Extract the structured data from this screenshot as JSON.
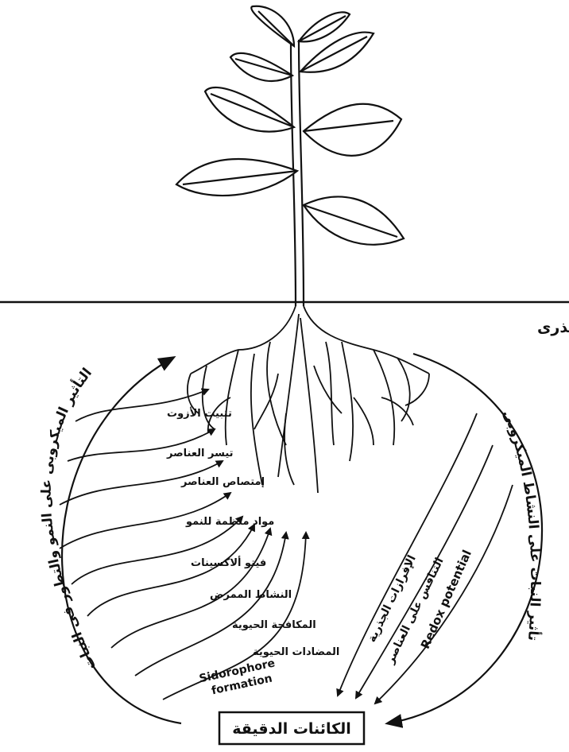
{
  "diagram": {
    "rhizosphere_label": "المحيط الجذرى",
    "microbes_box_label": "الكائنات الدقيقة",
    "left_arc_label": "التأثير الميكروبى على النمو والتطور فى النبات",
    "right_arc_label": "تأثير النبات على النشاط الميكروبى",
    "left_effects": [
      "تثبيت الأزوت",
      "تيسر العناصر",
      "إمتصاص العناصر",
      "مواد منظمة للنمو",
      "فيتو ألاكسينات",
      "النشاط الممرض",
      "المكافحة الحيوية",
      "المضادات الحيوية",
      "Sidorophore",
      "formation"
    ],
    "right_effects": [
      "الإفرازات الجذرية",
      "التنافس على العناصر",
      "Redox potential"
    ]
  }
}
